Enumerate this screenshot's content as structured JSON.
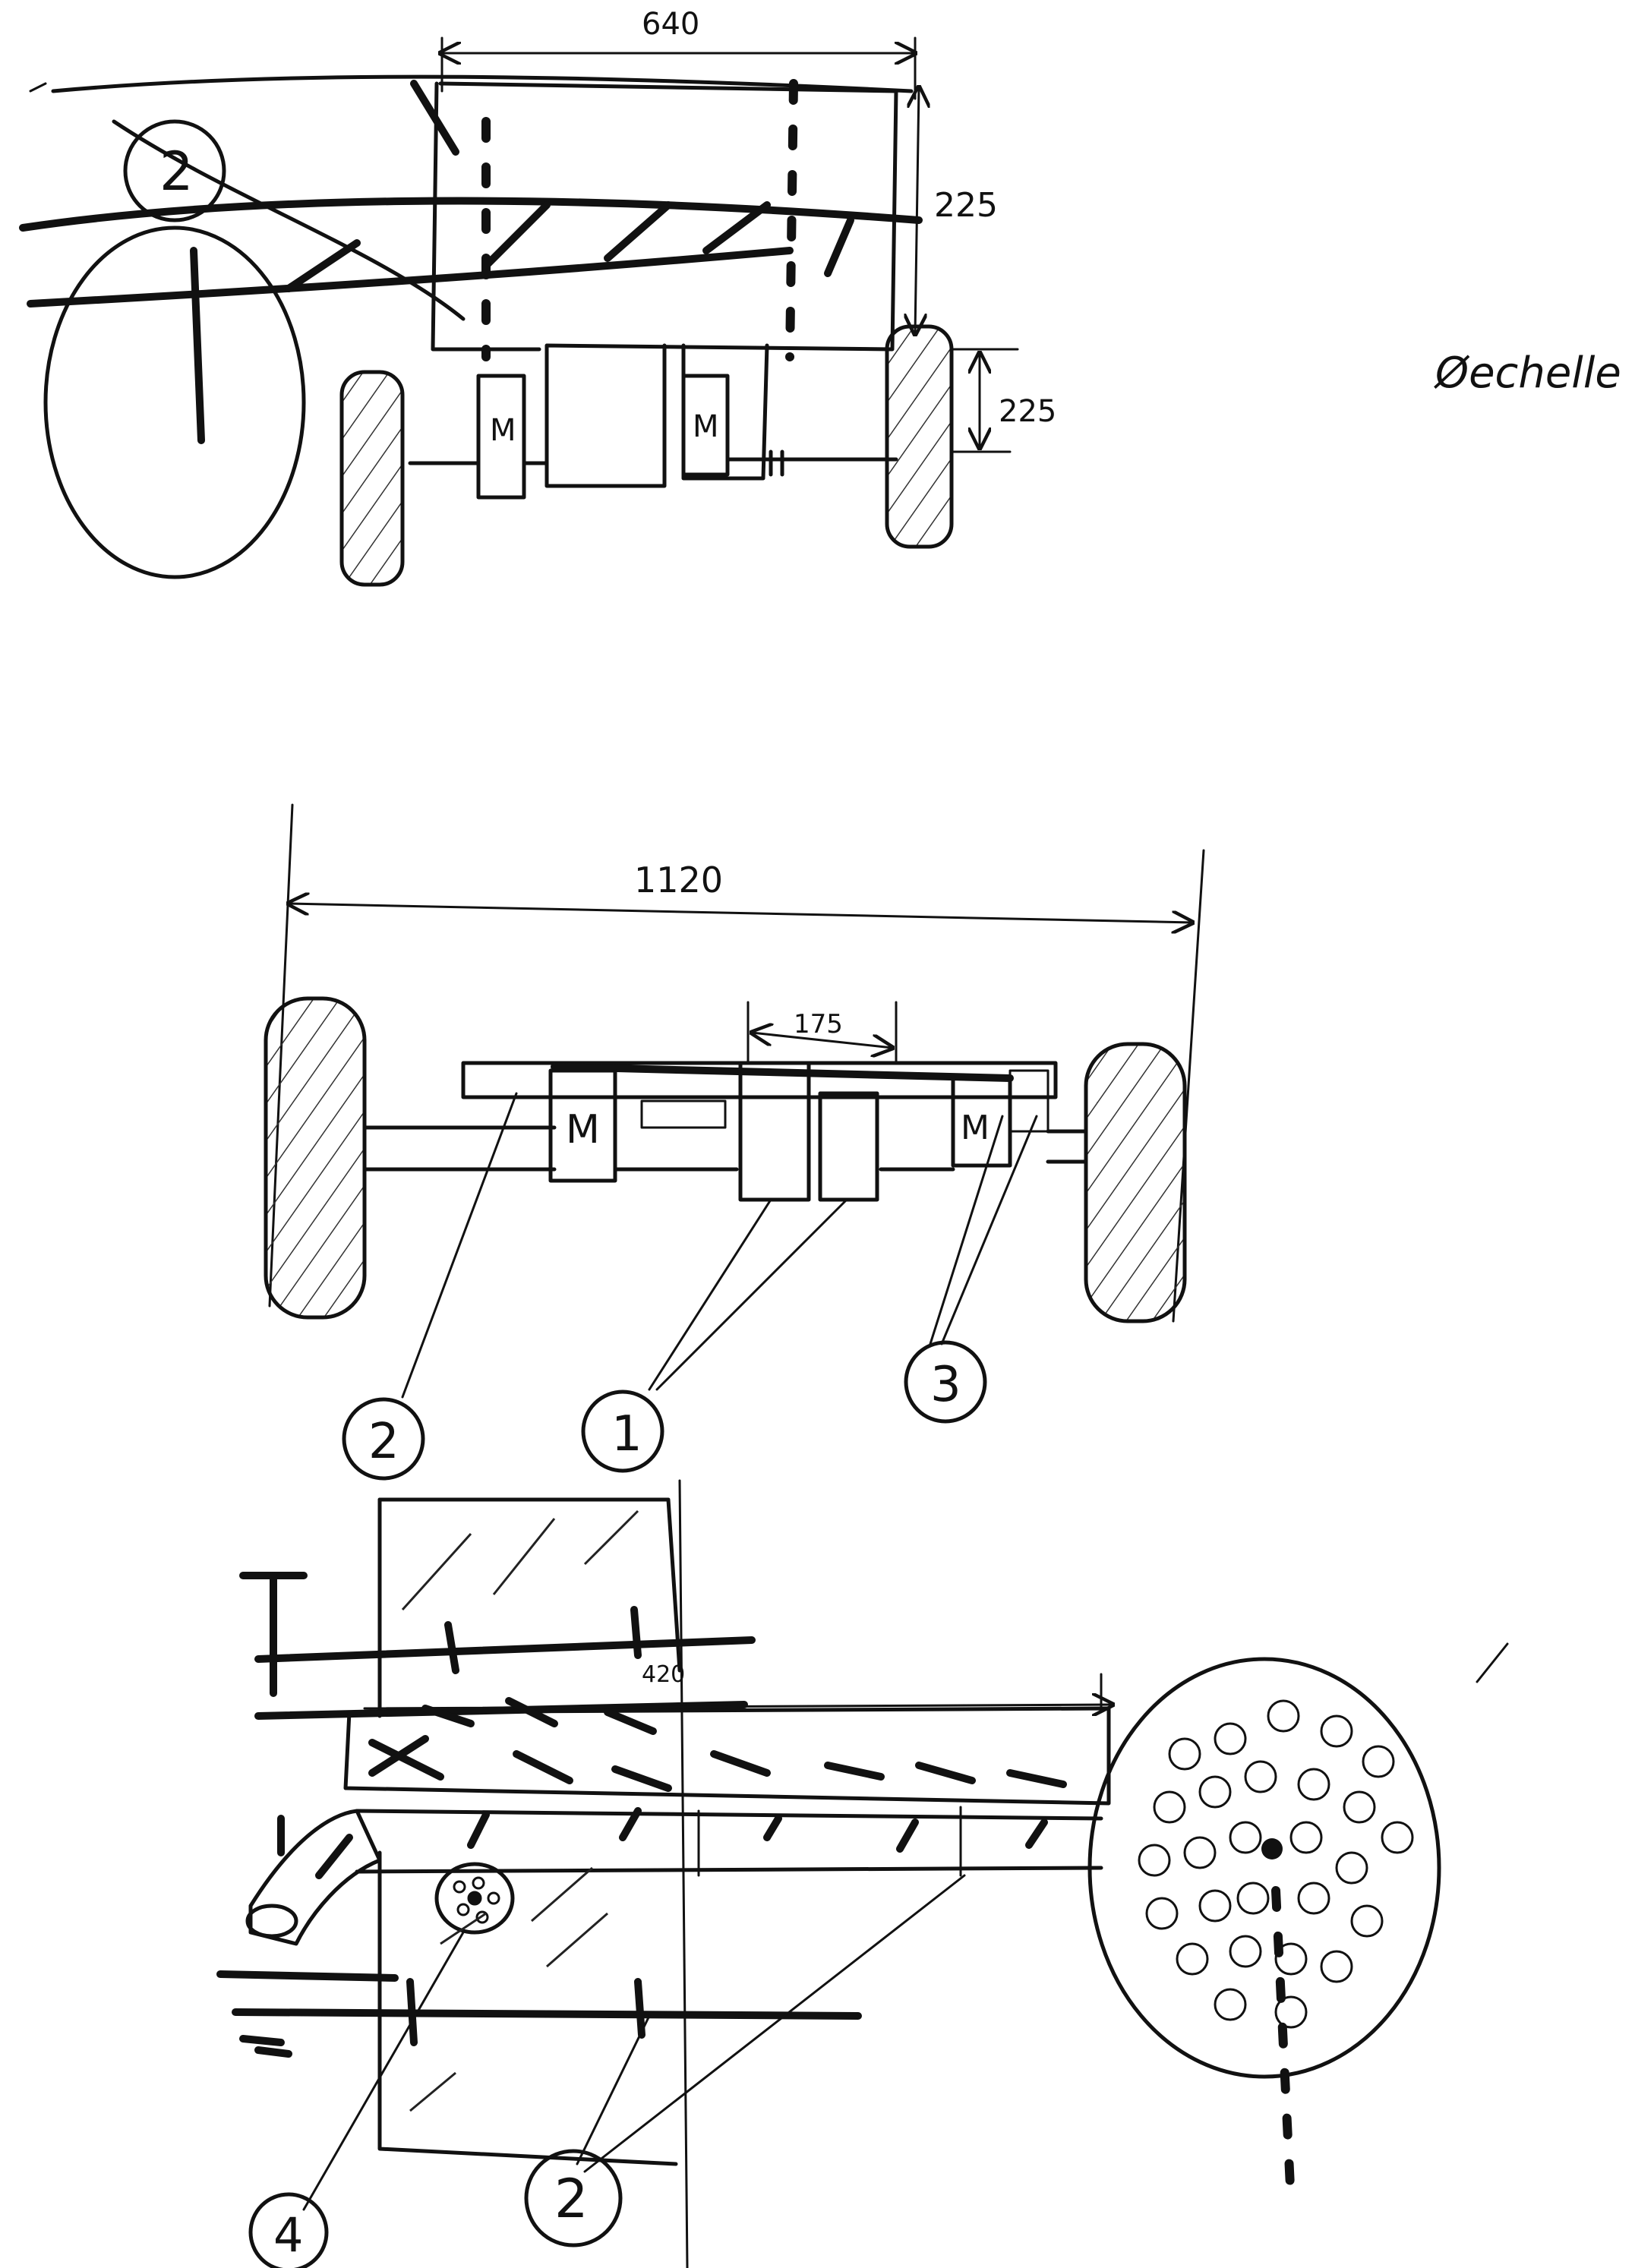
{
  "drawing": {
    "scale_note": "Øechelle",
    "side_view": {
      "dim_length": "640",
      "dim_height_top": "225",
      "dim_height_lower": "225",
      "motor_left": "M",
      "motor_right": "M",
      "callout": "2"
    },
    "front_view": {
      "dim_width": "1120",
      "dim_inner": "175",
      "motor_left": "M",
      "motor_right": "M",
      "callouts": [
        "2",
        "1",
        "3"
      ]
    },
    "top_view": {
      "dim_label": "420",
      "callouts": [
        "4",
        "2"
      ]
    }
  }
}
